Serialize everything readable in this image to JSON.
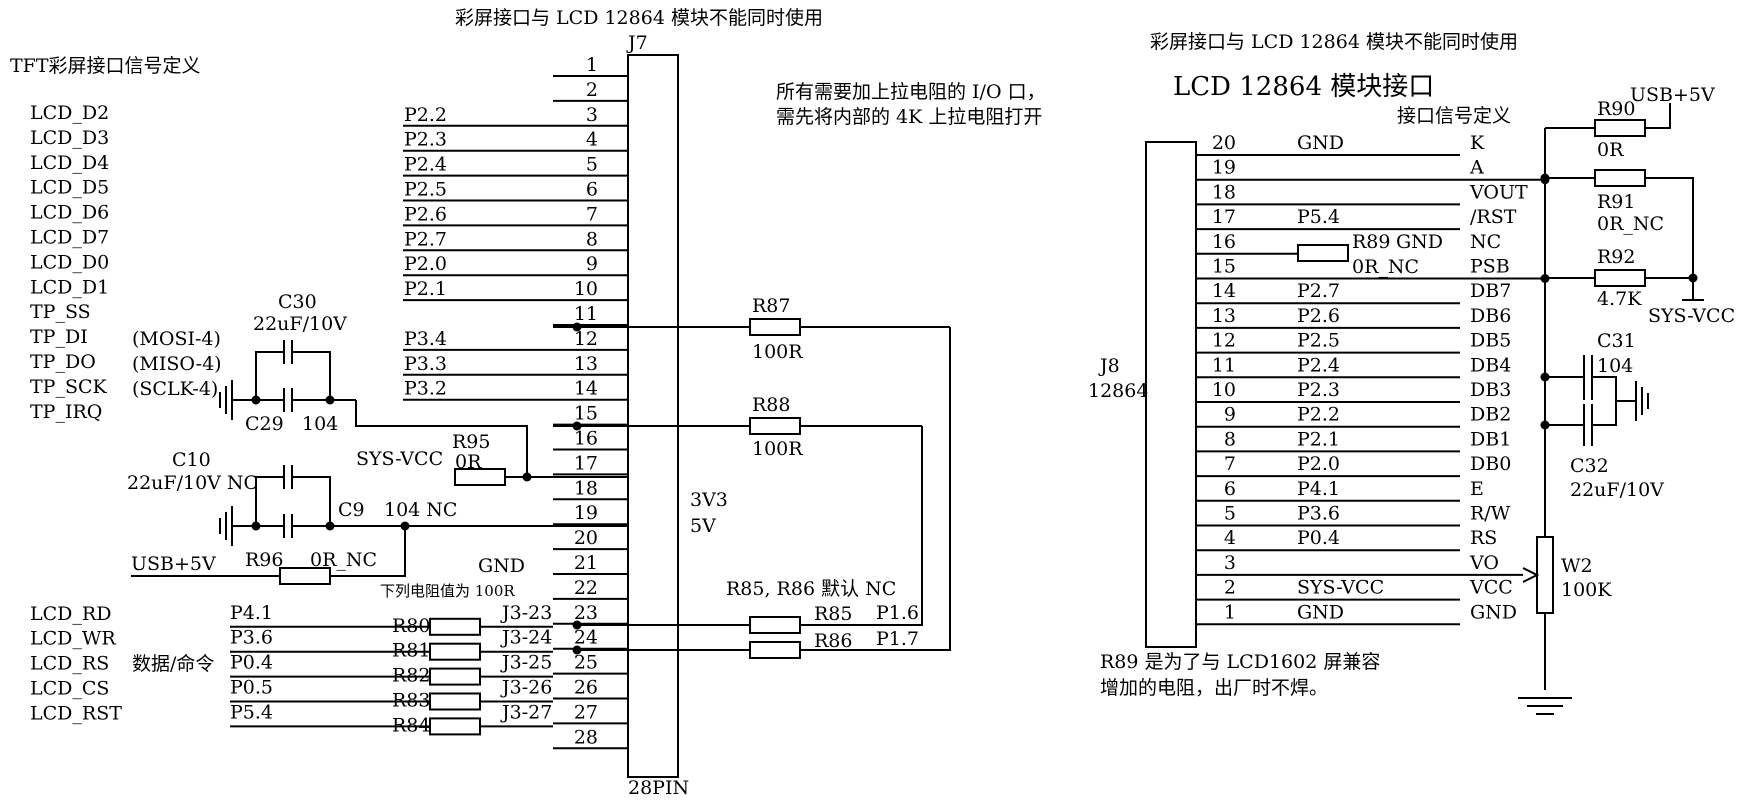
{
  "notes": {
    "top_center": "彩屏接口与 LCD 12864 模块不能同时使用",
    "top_right": "彩屏接口与 LCD 12864 模块不能同时使用",
    "tft_title": "TFT彩屏接口信号定义",
    "pullup_line1": "所有需要加上拉电阻的 I/O 口，",
    "pullup_line2": "需先将内部的 4K 上拉电阻打开",
    "res_value_note": "下列电阻值为 100R",
    "default_nc": "R85, R86  默认  NC",
    "lcd12864_title": "LCD 12864 模块接口",
    "iface_def": "接口信号定义",
    "r89_line1": "R89 是为了与 LCD1602 屏兼容",
    "r89_line2": "增加的电阻，出厂时不焊。",
    "data_cmd": "数据/命令"
  },
  "j7": {
    "ref": "J7",
    "footer": "28PIN",
    "v1": "3V3",
    "v2": "5V",
    "pins": [
      "1",
      "2",
      "3",
      "4",
      "5",
      "6",
      "7",
      "8",
      "9",
      "10",
      "11",
      "12",
      "13",
      "14",
      "15",
      "16",
      "17",
      "18",
      "19",
      "20",
      "21",
      "22",
      "23",
      "24",
      "25",
      "26",
      "27",
      "28"
    ]
  },
  "tft_signals": [
    "LCD_D2",
    "LCD_D3",
    "LCD_D4",
    "LCD_D5",
    "LCD_D6",
    "LCD_D7",
    "LCD_D0",
    "LCD_D1",
    "TP_SS",
    "TP_DI",
    "TP_DO",
    "TP_SCK",
    "TP_IRQ"
  ],
  "spi_notes": [
    "(MOSI-4)",
    "(MISO-4)",
    "(SCLK-4)"
  ],
  "port_labels": [
    "P2.2",
    "P2.3",
    "P2.4",
    "P2.5",
    "P2.6",
    "P2.7",
    "P2.0",
    "P2.1",
    "P3.4",
    "P3.3",
    "P3.2"
  ],
  "ctrl_signals": [
    "LCD_RD",
    "LCD_WR",
    "LCD_RS",
    "LCD_CS",
    "LCD_RST"
  ],
  "ctrl_ports": [
    "P4.1",
    "P3.6",
    "P0.4",
    "P0.5",
    "P5.4"
  ],
  "ctrl_res": [
    "R80",
    "R81",
    "R82",
    "R83",
    "R84"
  ],
  "ctrl_j3": [
    "J3-23",
    "J3-24",
    "J3-25",
    "J3-26",
    "J3-27"
  ],
  "components": {
    "c30": "C30",
    "c30_val": "22uF/10V",
    "c29": "C29",
    "c29_val": "104",
    "c10": "C10",
    "c10_val": "22uF/10V NC",
    "c9": "C9",
    "c9_val": "104 NC",
    "r95": "R95",
    "r95_val": "0R",
    "r96": "R96",
    "r96_val": "0R_NC",
    "r87": "R87",
    "r87_val": "100R",
    "r88": "R88",
    "r88_val": "100R",
    "r85": "R85",
    "r86": "R86",
    "p16": "P1.6",
    "p17": "P1.7"
  },
  "nets": {
    "sysvcc": "SYS-VCC",
    "usb5v": "USB+5V",
    "gnd": "GND"
  },
  "j8": {
    "ref": "J8",
    "part": "12864",
    "pins": [
      "20",
      "19",
      "18",
      "17",
      "16",
      "15",
      "14",
      "13",
      "12",
      "11",
      "10",
      "9",
      "8",
      "7",
      "6",
      "5",
      "4",
      "3",
      "2",
      "1"
    ],
    "nets": [
      "GND",
      "",
      "",
      "P5.4",
      "",
      "",
      "P2.7",
      "P2.6",
      "P2.5",
      "P2.4",
      "P2.3",
      "P2.2",
      "P2.1",
      "P2.0",
      "P4.1",
      "P3.6",
      "P0.4",
      "",
      "SYS-VCC",
      "GND"
    ],
    "signals": [
      "K",
      "A",
      "VOUT",
      "/RST",
      "NC",
      "PSB",
      "DB7",
      "DB6",
      "DB5",
      "DB4",
      "DB3",
      "DB2",
      "DB1",
      "DB0",
      "E",
      "R/W",
      "RS",
      "VO",
      "VCC",
      "GND"
    ]
  },
  "right_comps": {
    "r89": "R89",
    "r89_gnd": "GND",
    "r89_val": "0R_NC",
    "r90": "R90",
    "r90_val": "0R",
    "usb5v": "USB+5V",
    "r91": "R91",
    "r91_val": "0R_NC",
    "r92": "R92",
    "r92_val": "4.7K",
    "sysvcc": "SYS-VCC",
    "c31": "C31",
    "c31_val": "104",
    "c32": "C32",
    "c32_val": "22uF/10V",
    "w2": "W2",
    "w2_val": "100K"
  }
}
